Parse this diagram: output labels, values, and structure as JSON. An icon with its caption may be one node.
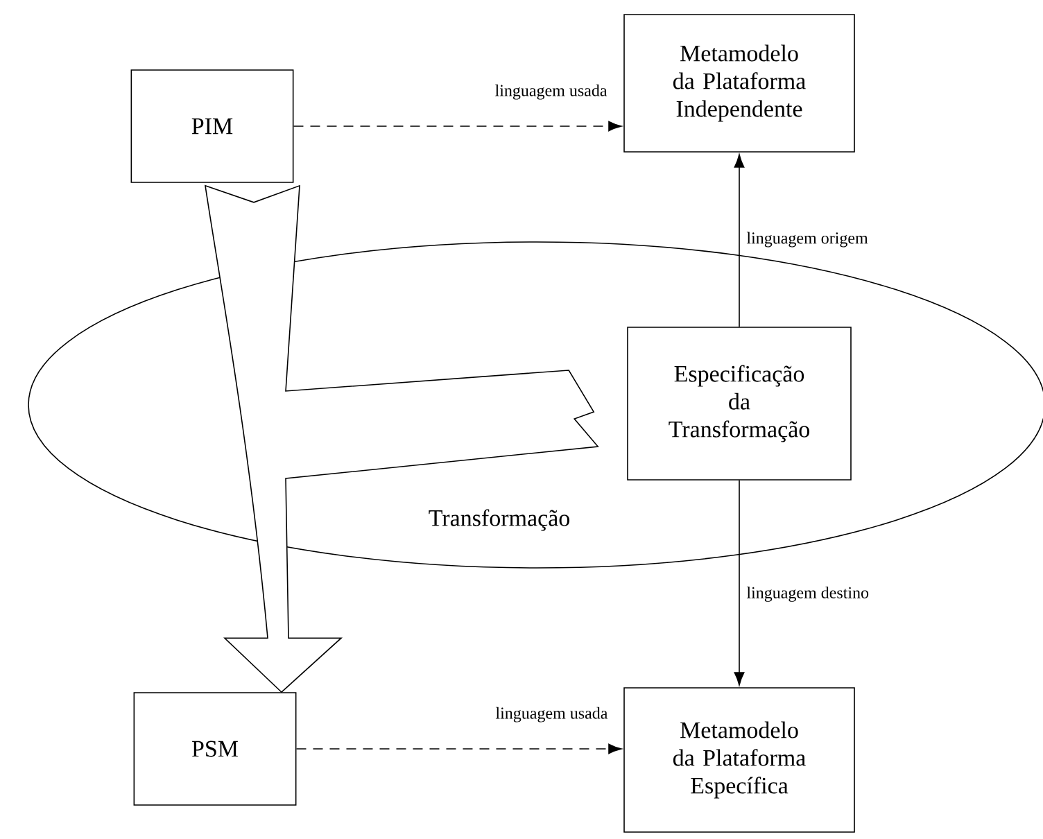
{
  "diagram": {
    "nodes": [
      {
        "text": [
          "PIM"
        ]
      },
      {
        "text": [
          "Metamodelo da Plataforma Independente"
        ]
      },
      {
        "text": [
          "Transformação"
        ]
      },
      {
        "text": [
          "Especificação da Transformação"
        ],
        "in": 2
      },
      {
        "text": [
          "PSM"
        ]
      },
      {
        "text": [
          "Metamodelo da Plataforma Específica"
        ]
      }
    ],
    "edges": [
      {
        "from": 0,
        "to": 1,
        "arrow": "to",
        "style": "dashed",
        "label": "linguagem usada"
      },
      {
        "from": 3,
        "to": 1,
        "arrow": "to",
        "label": "linguagem origem"
      },
      {
        "from": 3,
        "to": 5,
        "arrow": "to",
        "label": "linguagem destino"
      },
      {
        "from": 4,
        "to": 5,
        "arrow": "to",
        "style": "dashed",
        "label": "linguagem usada"
      },
      {
        "from": 0,
        "to": 4,
        "arrow": "to",
        "style": "thick"
      },
      {
        "from": 3,
        "to": 4,
        "arrow": "to",
        "style": "thick"
      }
    ]
  }
}
